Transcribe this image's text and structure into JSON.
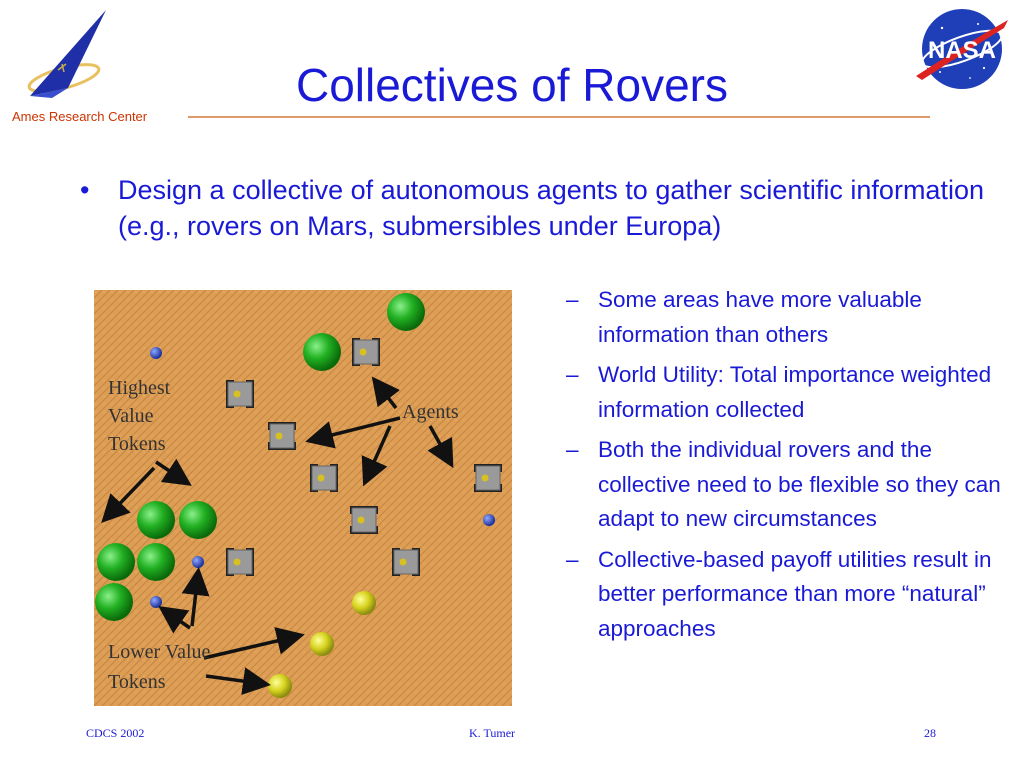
{
  "header": {
    "title": "Collectives of Rovers",
    "org_label": "Ames Research Center",
    "nasa_logo_text": "NASA"
  },
  "bullet": {
    "text": "Design a collective of autonomous agents  to gather scientific information (e.g., rovers on Mars, submersibles under Europa)"
  },
  "sub_bullets": [
    "Some areas have more valuable information than others",
    "World Utility: Total importance weighted information collected",
    "Both the individual rovers and the collective need to be flexible so they can adapt to new circumstances",
    "Collective-based payoff utilities result in better performance than more “natural” approaches"
  ],
  "figure": {
    "label_highest": [
      "Highest",
      "Value",
      "Tokens"
    ],
    "label_agents": "Agents",
    "label_lower": [
      "Lower Value",
      "Tokens"
    ]
  },
  "footer": {
    "left": "CDCS 2002",
    "center": "K. Tumer",
    "page": "28"
  },
  "colors": {
    "title": "#1a1ad6",
    "org_label": "#cc3300",
    "rule": "#e09a6a",
    "terrain": "#d99a52",
    "high_token": "#22aa22",
    "low_token": "#cccc22",
    "blue_token": "#1f3fcc"
  },
  "icons": [
    "ames-logo-icon",
    "nasa-logo-icon",
    "rover-icon",
    "token-icon",
    "arrow-icon"
  ]
}
